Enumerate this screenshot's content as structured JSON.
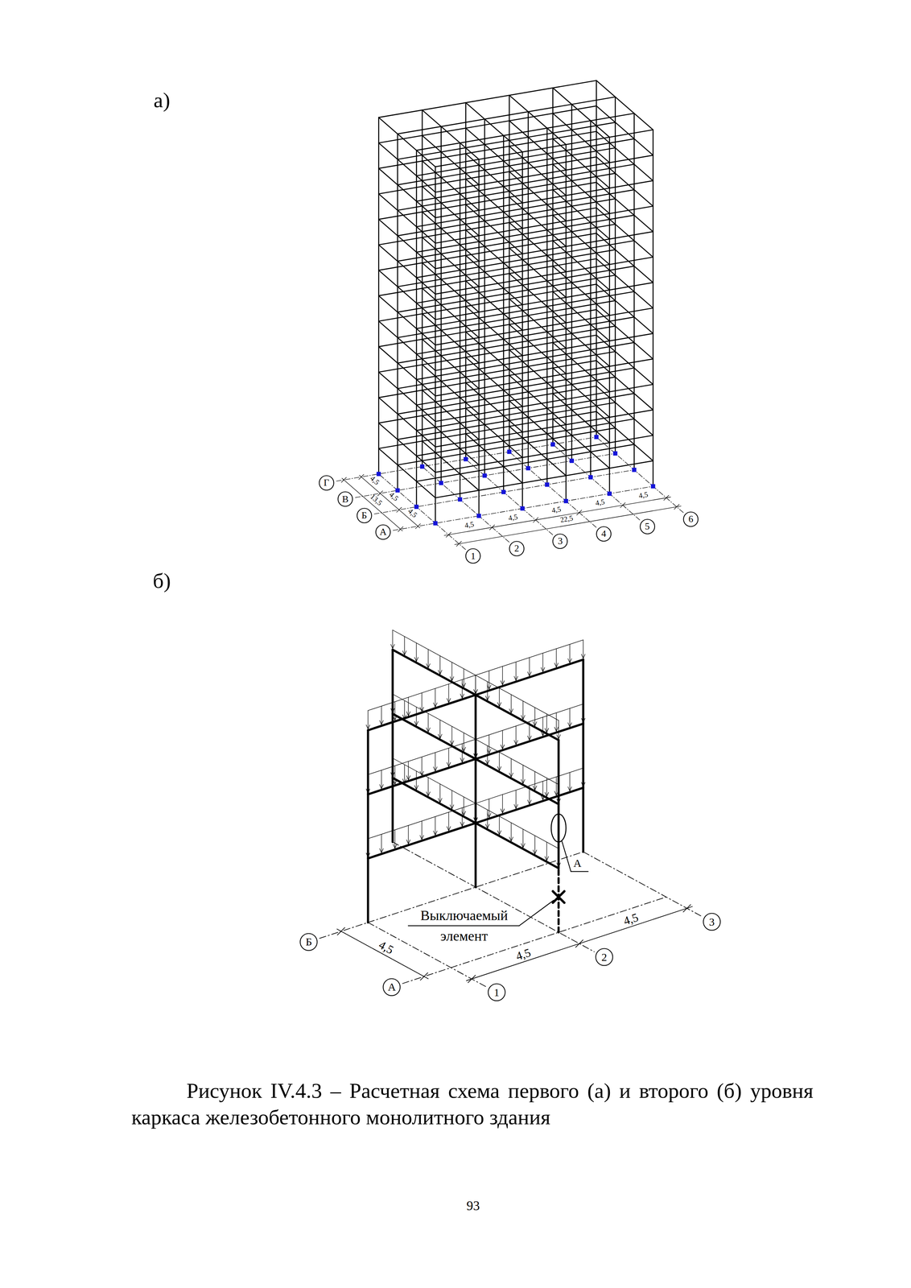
{
  "diagram": {
    "caption": "Рисунок IV.4.3 – Расчетная схема первого (а) и второго (б) уровня каркаса железобетонного монолитного здания",
    "nodes": [
      {
        "text": [
          "Г"
        ]
      },
      {
        "text": [
          "В"
        ]
      },
      {
        "text": [
          "Б"
        ]
      },
      {
        "text": [
          "А"
        ]
      },
      {
        "text": [
          "1"
        ]
      },
      {
        "text": [
          "2"
        ]
      },
      {
        "text": [
          "3"
        ]
      },
      {
        "text": [
          "4"
        ]
      },
      {
        "text": [
          "5"
        ]
      },
      {
        "text": [
          "6"
        ]
      },
      {
        "text": [
          "Б"
        ]
      },
      {
        "text": [
          "А"
        ]
      },
      {
        "text": [
          "1"
        ]
      },
      {
        "text": [
          "2"
        ]
      },
      {
        "text": [
          "3"
        ]
      }
    ],
    "labels": [
      "а)",
      "4,5",
      "4,5",
      "4,5",
      "13,5",
      "4,5",
      "4,5",
      "4,5",
      "4,5",
      "4,5",
      "22,5",
      "б)",
      "А",
      "Выключаемый элемент",
      "4,5",
      "4,5",
      "4,5",
      "93"
    ]
  }
}
